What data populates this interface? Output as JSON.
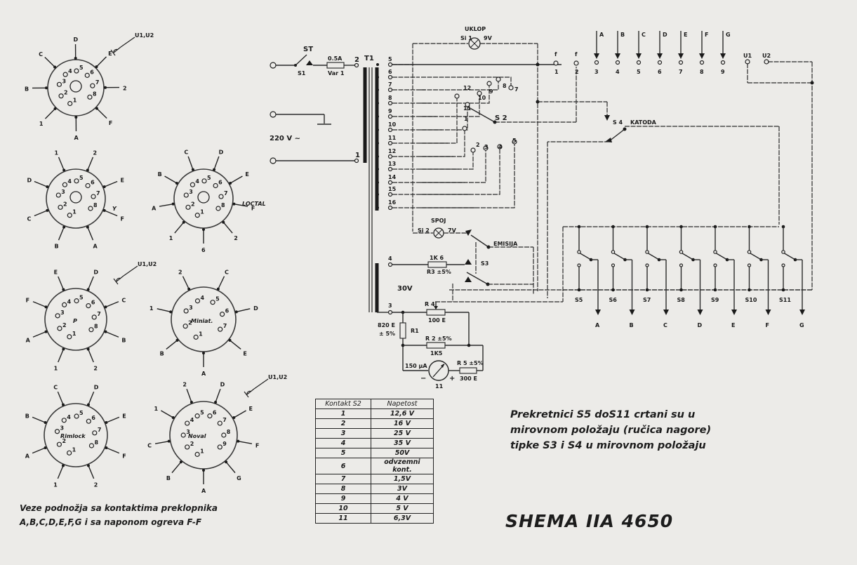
{
  "title": "SHEMA IIA 4650",
  "notes": {
    "right": [
      "Prekretnici S5 doS11 crtani su u",
      "mirovnom položaju (ručica nagore)",
      "tipke S3 i S4 u mirovnom položaju"
    ],
    "left": [
      "Veze podnožja sa kontaktima preklopnika",
      "A,B,C,D,E,F,G i sa naponom ogreva F-F"
    ]
  },
  "contact_table": {
    "headers": [
      "Kontakt S2",
      "Napetost"
    ],
    "rows": [
      [
        "1",
        "12,6 V"
      ],
      [
        "2",
        "16 V"
      ],
      [
        "3",
        "25 V"
      ],
      [
        "4",
        "35 V"
      ],
      [
        "5",
        "50V"
      ],
      [
        "6",
        "odvzemni kont."
      ],
      [
        "7",
        "1,5V"
      ],
      [
        "8",
        "3V"
      ],
      [
        "9",
        "4 V"
      ],
      [
        "10",
        "5 V"
      ],
      [
        "11",
        "6,3V"
      ]
    ]
  },
  "mains": {
    "switch": "ST",
    "switch_id": "S1",
    "fuse": "0.5A",
    "fuse_id": "Var 1",
    "voltage": "220 V ~",
    "terminal_top": "2",
    "terminal_bottom": "1"
  },
  "transformer": {
    "label": "T1",
    "taps": [
      "5",
      "6",
      "7",
      "8",
      "9",
      "10",
      "11",
      "12",
      "13",
      "14",
      "15",
      "16"
    ],
    "low_taps": [
      "4",
      "3"
    ],
    "low_voltage": "30V"
  },
  "lamps": {
    "uklop": {
      "name": "UKLOP",
      "id": "Si 1",
      "rating": "9V"
    },
    "spoj": {
      "name": "SPOJ",
      "id": "Si 2",
      "rating": "7V"
    }
  },
  "switches": {
    "s2": "S 2",
    "s2_contacts": [
      "1",
      "2",
      "3",
      "4",
      "5",
      "7",
      "8",
      "9",
      "10",
      "11",
      "12"
    ],
    "s3": "S3",
    "s3_label": "EMISIJA",
    "s4": "S 4",
    "s4_label": "KATODA",
    "bank": [
      "S5",
      "S6",
      "S7",
      "S8",
      "S9",
      "S10",
      "S11"
    ],
    "bank_outputs": [
      "A",
      "B",
      "C",
      "D",
      "E",
      "F",
      "G"
    ]
  },
  "top_terminals": {
    "heater": [
      {
        "sym": "f",
        "num": "1"
      },
      {
        "sym": "f",
        "num": "2"
      }
    ],
    "inputs": [
      {
        "letter": "A",
        "num": "3"
      },
      {
        "letter": "B",
        "num": "4"
      },
      {
        "letter": "C",
        "num": "5"
      },
      {
        "letter": "D",
        "num": "6"
      },
      {
        "letter": "E",
        "num": "7"
      },
      {
        "letter": "F",
        "num": "8"
      },
      {
        "letter": "G",
        "num": "9"
      }
    ],
    "grid_caps": [
      "U1",
      "U2"
    ]
  },
  "components": {
    "r1": {
      "id": "R1",
      "value": "820 E",
      "tol": "± 5%"
    },
    "r2": {
      "id": "R 2 ±5%",
      "value": "1K5"
    },
    "r3": {
      "id": "R3 ±5%",
      "value": "1K 6"
    },
    "r4": {
      "id": "R 4",
      "value": "100 E"
    },
    "r5": {
      "id": "R 5 ±5%",
      "value": "300 E"
    },
    "meter": {
      "id": "11",
      "range": "150 µA",
      "minus": "−",
      "plus": "+"
    }
  },
  "sockets": [
    {
      "name": "octal",
      "label": "",
      "cap": "U1,U2",
      "pins": [
        "1",
        "2",
        "3",
        "4",
        "5",
        "6",
        "7",
        "8"
      ],
      "arrows": [
        "C",
        "D",
        "E",
        "2",
        "F",
        "A",
        "1",
        "B"
      ]
    },
    {
      "name": "loktal-y",
      "label": "Y",
      "pins": [
        "1",
        "2",
        "3",
        "4",
        "5",
        "6",
        "7",
        "8"
      ],
      "arrows": [
        "1",
        "2",
        "E",
        "F",
        "A",
        "B",
        "C",
        "D"
      ]
    },
    {
      "name": "loctal",
      "label": "LOCTAL",
      "pins": [
        "1",
        "2",
        "3",
        "4",
        "5",
        "6",
        "7",
        "8"
      ],
      "arrows": [
        "C",
        "D",
        "E",
        "F",
        "2",
        "6",
        "1",
        "A",
        "B"
      ]
    },
    {
      "name": "p-base",
      "label": "P",
      "cap": "U1,U2",
      "pins": [
        "1",
        "2",
        "3",
        "4",
        "5",
        "6",
        "7",
        "8"
      ],
      "arrows": [
        "E",
        "D",
        "C",
        "B",
        "2",
        "1",
        "A",
        "F"
      ]
    },
    {
      "name": "miniat",
      "label": "Miniat.",
      "pins": [
        "1",
        "2",
        "3",
        "4",
        "5",
        "6",
        "7"
      ],
      "arrows": [
        "2",
        "C",
        "D",
        "E",
        "A",
        "B",
        "1"
      ]
    },
    {
      "name": "rimlock",
      "label": "Rimlock",
      "pins": [
        "1",
        "2",
        "3",
        "4",
        "5",
        "6",
        "7",
        "8"
      ],
      "arrows": [
        "C",
        "D",
        "E",
        "F",
        "2",
        "1",
        "A",
        "B"
      ]
    },
    {
      "name": "noval",
      "label": "Noval",
      "cap": "U1,U2",
      "pins": [
        "1",
        "2",
        "3",
        "4",
        "5",
        "6",
        "7",
        "8",
        "9"
      ],
      "arrows": [
        "2",
        "D",
        "E",
        "F",
        "G",
        "A",
        "B",
        "C",
        "1"
      ]
    }
  ]
}
